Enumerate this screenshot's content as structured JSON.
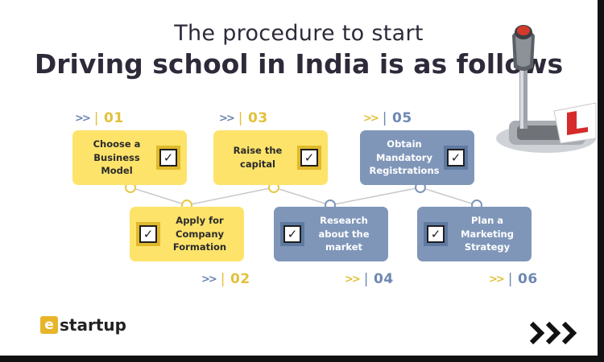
{
  "title": {
    "line1": "The procedure to start",
    "line2": "Driving school in India is as follows"
  },
  "steps": [
    {
      "number": "01",
      "label": "Choose a Business Model",
      "color": "yellow"
    },
    {
      "number": "02",
      "label": "Apply for Company Formation",
      "color": "yellow"
    },
    {
      "number": "03",
      "label": "Raise the capital",
      "color": "yellow"
    },
    {
      "number": "04",
      "label": "Research about the market",
      "color": "blue"
    },
    {
      "number": "05",
      "label": "Obtain Mandatory Registrations",
      "color": "blue"
    },
    {
      "number": "06",
      "label": "Plan a Marketing Strategy",
      "color": "blue"
    }
  ],
  "logo": {
    "text": "startup",
    "letter": "e"
  },
  "colors": {
    "yellow": "#fde36a",
    "blue": "#7f96b9",
    "title": "#2f2a3a"
  },
  "icons": {
    "check": "checkbox-icon",
    "arrow": "double-chevron-icon"
  }
}
